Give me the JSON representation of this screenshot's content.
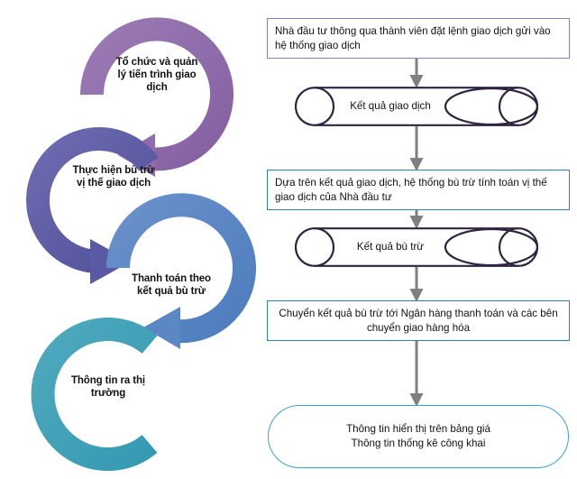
{
  "diagram": {
    "title": "Quy trinh giao dich va bu tru thanh toan",
    "colors": {
      "ring_purple": "#8c6bab",
      "ring_indigo": "#5b5ba5",
      "ring_blue": "#5b87c5",
      "ring_teal": "#3d9fb5",
      "box_purple_border": "#9a78b8",
      "box_blue_border": "#2f7fb5",
      "stadium_border": "#35a3d6",
      "store_border": "#2f2440",
      "connector_gray": "#808080",
      "text": "#111111",
      "background": "#ffffff"
    }
  },
  "cycle": {
    "name": "role-cycle",
    "steps": [
      {
        "id": "organize",
        "label": "Tổ chức và quản\nlý tiến trình giao\ndịch",
        "color": "#8c6bab",
        "has_arrowhead": true
      },
      {
        "id": "clearing",
        "label": "Thực hiện bù trừ\nvị thế giao dịch",
        "color": "#5b5ba5",
        "has_arrowhead": true
      },
      {
        "id": "settle",
        "label": "Thanh toán theo\nkết quả bù trừ",
        "color": "#5b87c5",
        "has_arrowhead": true
      },
      {
        "id": "disclose",
        "label": "Thông tin ra thị\ntrường",
        "color": "#3d9fb5",
        "has_arrowhead": false
      }
    ]
  },
  "flow": {
    "name": "trading-flow",
    "nodes": [
      {
        "id": "order-entry",
        "shape": "rectangle",
        "border_color": "#9a78b8",
        "text": "Nhà đầu tư thông qua thành viên đặt lệnh giao dịch gửi vào hệ thống giao dịch"
      },
      {
        "id": "trade-result",
        "shape": "stored-data",
        "border_color": "#2f2440",
        "text": "Kết quả giao dịch"
      },
      {
        "id": "clearing-calc",
        "shape": "rectangle",
        "border_color": "#2f7fb5",
        "text": "Dựa trên kết quả giao dịch, hệ thống bù trừ tính toán vị thế giao dịch của Nhà đầu tư"
      },
      {
        "id": "clearing-result",
        "shape": "stored-data",
        "border_color": "#2f2440",
        "text": "Kết quả bù trừ"
      },
      {
        "id": "transfer-settlement",
        "shape": "rectangle",
        "border_color": "#2f7fb5",
        "text": "Chuyển kết quả bù trừ tới Ngân hàng thanh toán và các bên chuyển giao hàng hóa"
      },
      {
        "id": "public-info",
        "shape": "stadium",
        "border_color": "#35a3d6",
        "text": "Thông tin hiển thị trên bảng giá\nThông tin thống kê công khai"
      }
    ],
    "connectors": [
      {
        "from": "order-entry",
        "to": "trade-result",
        "style": "arrow-down",
        "color": "#808080"
      },
      {
        "from": "trade-result",
        "to": "clearing-calc",
        "style": "arrow-down",
        "color": "#808080"
      },
      {
        "from": "clearing-calc",
        "to": "clearing-result",
        "style": "arrow-down",
        "color": "#808080"
      },
      {
        "from": "clearing-result",
        "to": "transfer-settlement",
        "style": "arrow-down",
        "color": "#808080"
      },
      {
        "from": "transfer-settlement",
        "to": "public-info",
        "style": "arrow-down",
        "color": "#808080"
      }
    ]
  }
}
